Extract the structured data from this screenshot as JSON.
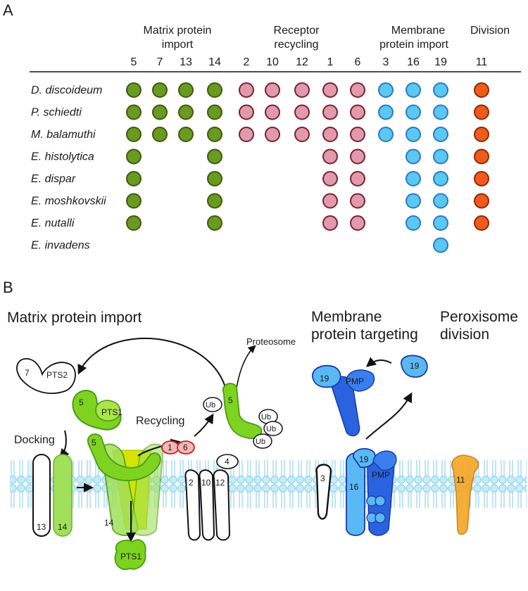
{
  "panel_a": {
    "label": "A",
    "groups": [
      {
        "line1": "Matrix protein",
        "line2": "import"
      },
      {
        "line1": "Receptor",
        "line2": "recycling"
      },
      {
        "line1": "Membrane",
        "line2": "protein  import"
      },
      {
        "line1": "Division",
        "line2": ""
      }
    ],
    "columns": [
      "5",
      "7",
      "13",
      "14",
      "2",
      "10",
      "12",
      "1",
      "6",
      "3",
      "16",
      "19",
      "11"
    ],
    "column_groups": [
      "matrix",
      "matrix",
      "matrix",
      "matrix",
      "recycling",
      "recycling",
      "recycling",
      "recycling",
      "recycling",
      "membrane",
      "membrane",
      "membrane",
      "division"
    ],
    "group_colors": {
      "matrix": {
        "fill": "#6a9a1f",
        "stroke": "#3e5a10"
      },
      "recycling": {
        "fill": "#e09aac",
        "stroke": "#7a2030"
      },
      "membrane": {
        "fill": "#5ac8f0",
        "stroke": "#2a78c8"
      },
      "division": {
        "fill": "#f05a1a",
        "stroke": "#8a2a08"
      }
    },
    "rows": [
      {
        "species": "D. discoideum",
        "present": [
          1,
          1,
          1,
          1,
          1,
          1,
          1,
          1,
          1,
          1,
          1,
          1,
          1
        ]
      },
      {
        "species": "P. schiedti",
        "present": [
          1,
          1,
          1,
          1,
          1,
          1,
          1,
          1,
          1,
          1,
          1,
          1,
          1
        ]
      },
      {
        "species": "M. balamuthi",
        "present": [
          1,
          1,
          1,
          1,
          1,
          1,
          1,
          1,
          1,
          1,
          1,
          1,
          1
        ]
      },
      {
        "species": "E.  histolytica",
        "present": [
          1,
          0,
          0,
          1,
          0,
          0,
          0,
          1,
          1,
          0,
          1,
          1,
          1
        ]
      },
      {
        "species": "E.  dispar",
        "present": [
          1,
          0,
          0,
          1,
          0,
          0,
          0,
          1,
          1,
          0,
          1,
          1,
          1
        ]
      },
      {
        "species": "E.  moshkovskii",
        "present": [
          1,
          0,
          0,
          1,
          0,
          0,
          0,
          1,
          1,
          0,
          1,
          1,
          1
        ]
      },
      {
        "species": "E.  nutalli",
        "present": [
          1,
          0,
          0,
          1,
          0,
          0,
          0,
          1,
          1,
          0,
          1,
          1,
          1
        ]
      },
      {
        "species": "E. invadens",
        "present": [
          0,
          0,
          0,
          0,
          0,
          0,
          0,
          0,
          0,
          0,
          0,
          1,
          0
        ]
      }
    ]
  },
  "panel_b": {
    "label": "B",
    "titles": {
      "matrix_import": "Matrix protein import",
      "membrane_line1": "Membrane",
      "membrane_line2": "protein targeting",
      "division_line1": "Peroxisome",
      "division_line2": "division"
    },
    "labels": {
      "proteosome": "Proteosome",
      "recycling": "Recycling",
      "docking": "Docking",
      "pts1": "PTS1",
      "pts2": "PTS2",
      "ub": "Ub",
      "pmp": "PMP"
    },
    "pex": {
      "p1": "1",
      "p2": "2",
      "p3": "3",
      "p4": "4",
      "p5": "5",
      "p6": "6",
      "p7": "7",
      "p10": "10",
      "p11": "11",
      "p12": "12",
      "p13": "13",
      "p14": "14",
      "p16": "16",
      "p19": "19"
    },
    "colors": {
      "green": "#7ed321",
      "green_dark": "#4a9a10",
      "yellow_green": "#d4e600",
      "blue": "#2a62e0",
      "light_blue": "#5ab8f5",
      "orange": "#f5a623",
      "pink": "#f2b8b8",
      "red": "#cc2222",
      "membrane": "#c6ecf8"
    }
  }
}
